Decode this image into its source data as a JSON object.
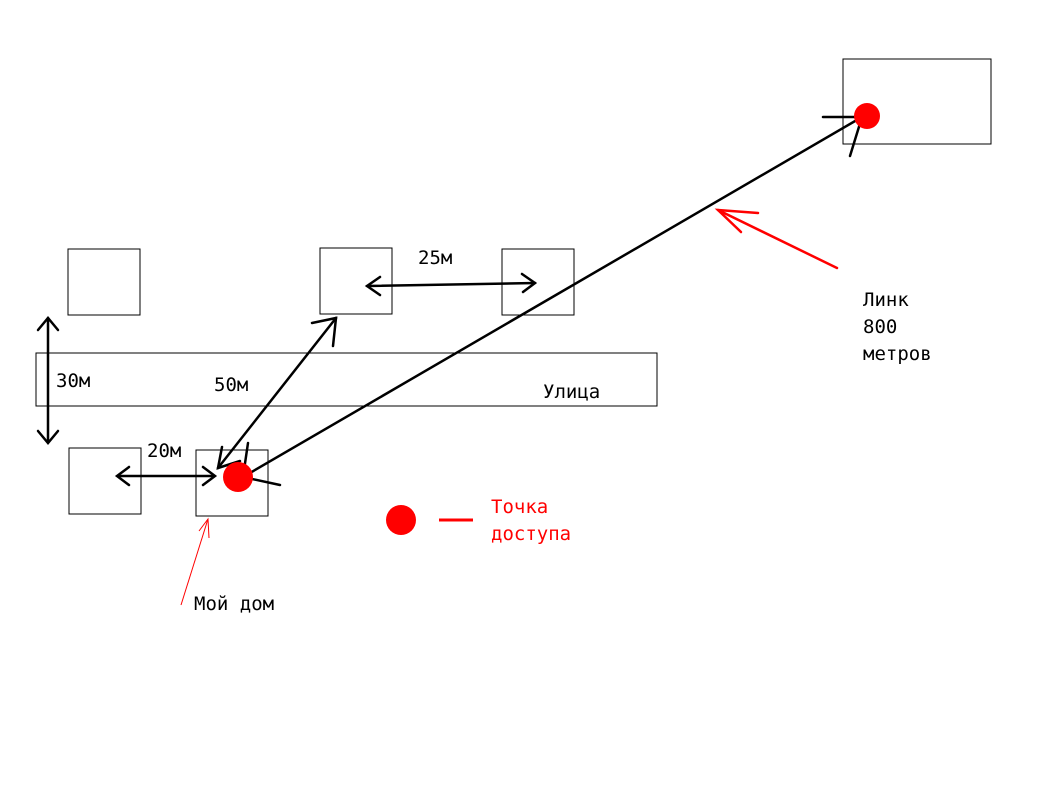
{
  "labels": {
    "d30": "30м",
    "d20": "20м",
    "d50": "50м",
    "d25": "25м",
    "street": "Улица",
    "link_line1": "Линк",
    "link_line2": "800",
    "link_line3": "метров",
    "my_house": "Мой дом",
    "legend_line1": "Точка",
    "legend_line2": "доступа"
  },
  "colors": {
    "ink": "#000000",
    "access_point": "#ff0000",
    "annotation": "#ff0000"
  }
}
